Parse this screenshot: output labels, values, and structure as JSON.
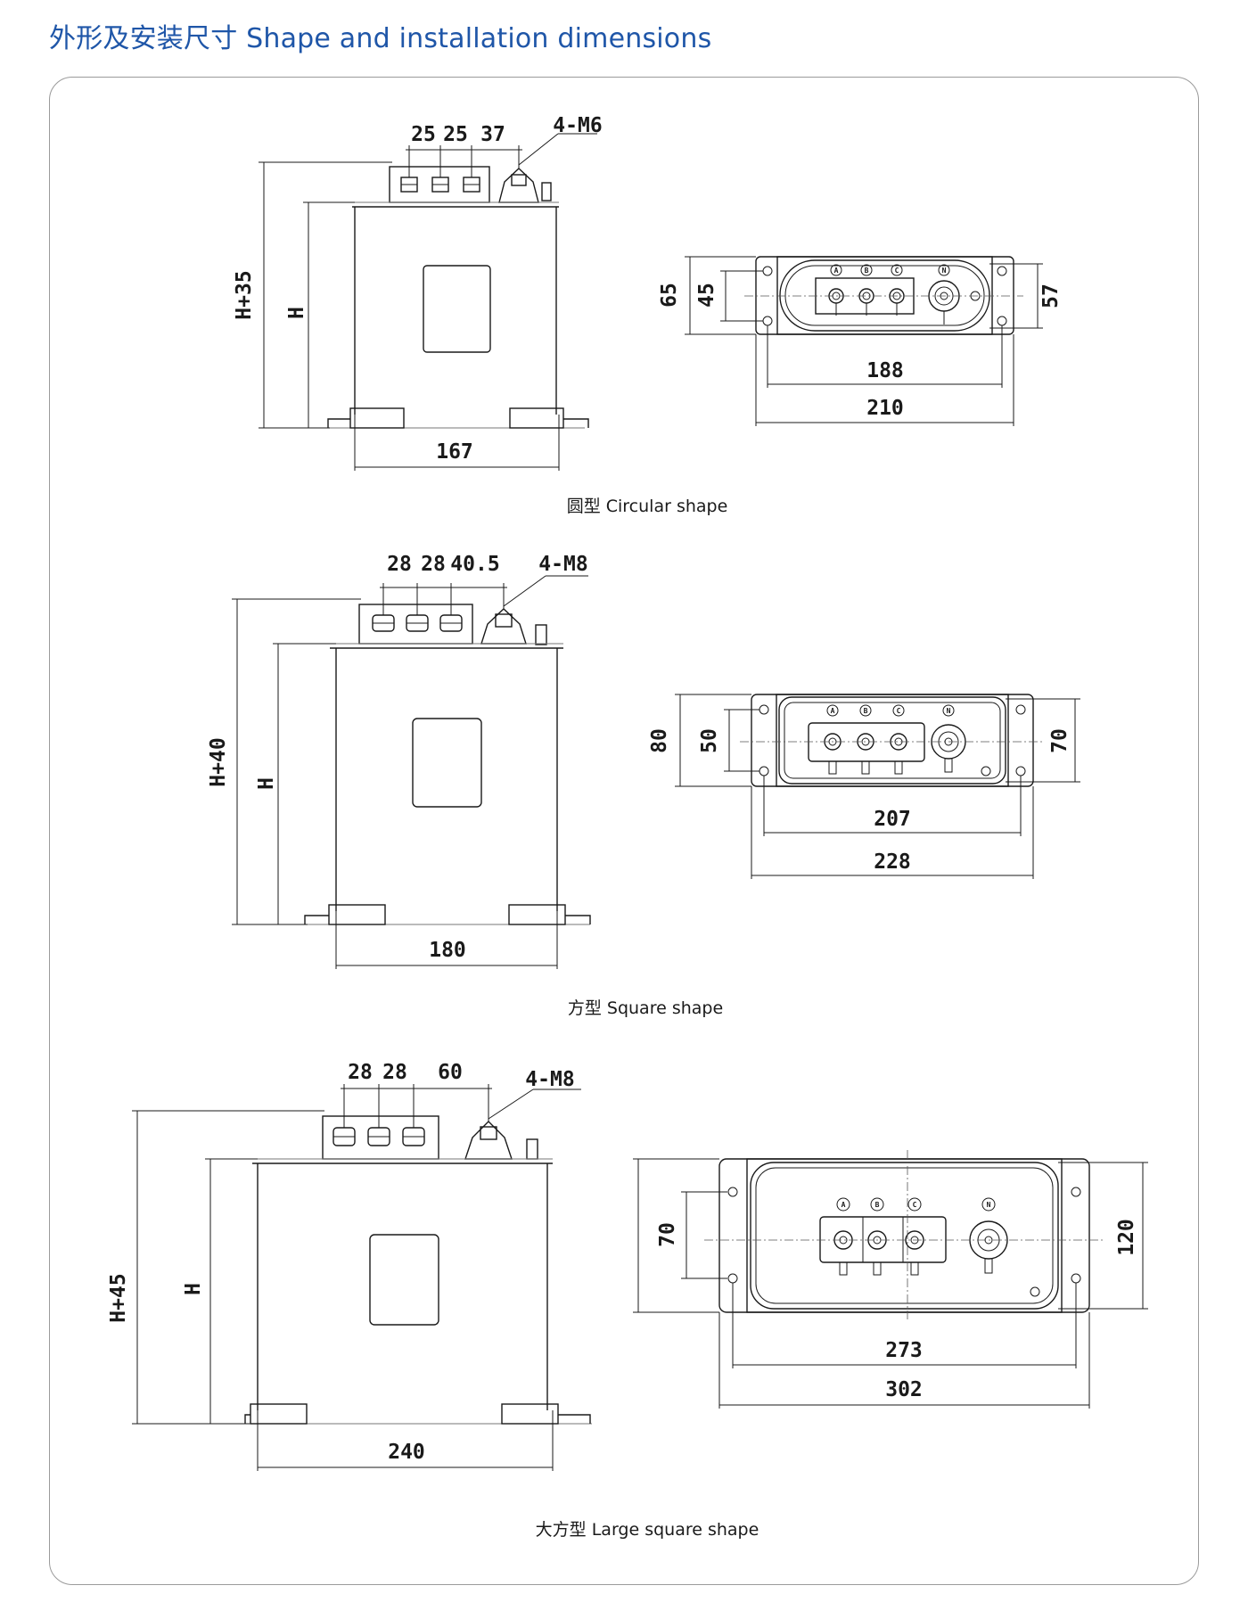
{
  "header": {
    "title": "外形及安装尺寸 Shape and installation dimensions"
  },
  "diagrams": [
    {
      "caption": "圆型 Circular shape",
      "front": {
        "top_dims": [
          "25",
          "25",
          "37"
        ],
        "bolt": "4-M6",
        "total_height": "H+35",
        "height": "H",
        "width": "167"
      },
      "top": {
        "left_outer": "65",
        "left_inner": "45",
        "right": "57",
        "inner_width": "188",
        "outer_width": "210",
        "phases": [
          "A",
          "B",
          "C",
          "N"
        ]
      }
    },
    {
      "caption": "方型 Square shape",
      "front": {
        "top_dims": [
          "28",
          "28",
          "40.5"
        ],
        "bolt": "4-M8",
        "total_height": "H+40",
        "height": "H",
        "width": "180"
      },
      "top": {
        "left_outer": "80",
        "left_inner": "50",
        "right": "70",
        "inner_width": "207",
        "outer_width": "228",
        "phases": [
          "A",
          "B",
          "C",
          "N"
        ]
      }
    },
    {
      "caption": "大方型 Large square shape",
      "front": {
        "top_dims": [
          "28",
          "28",
          "60"
        ],
        "bolt": "4-M8",
        "total_height": "H+45",
        "height": "H",
        "width": "240"
      },
      "top": {
        "left_outer": "70",
        "right": "120",
        "inner_width": "273",
        "outer_width": "302",
        "phases": [
          "A",
          "B",
          "C",
          "N"
        ]
      }
    }
  ]
}
